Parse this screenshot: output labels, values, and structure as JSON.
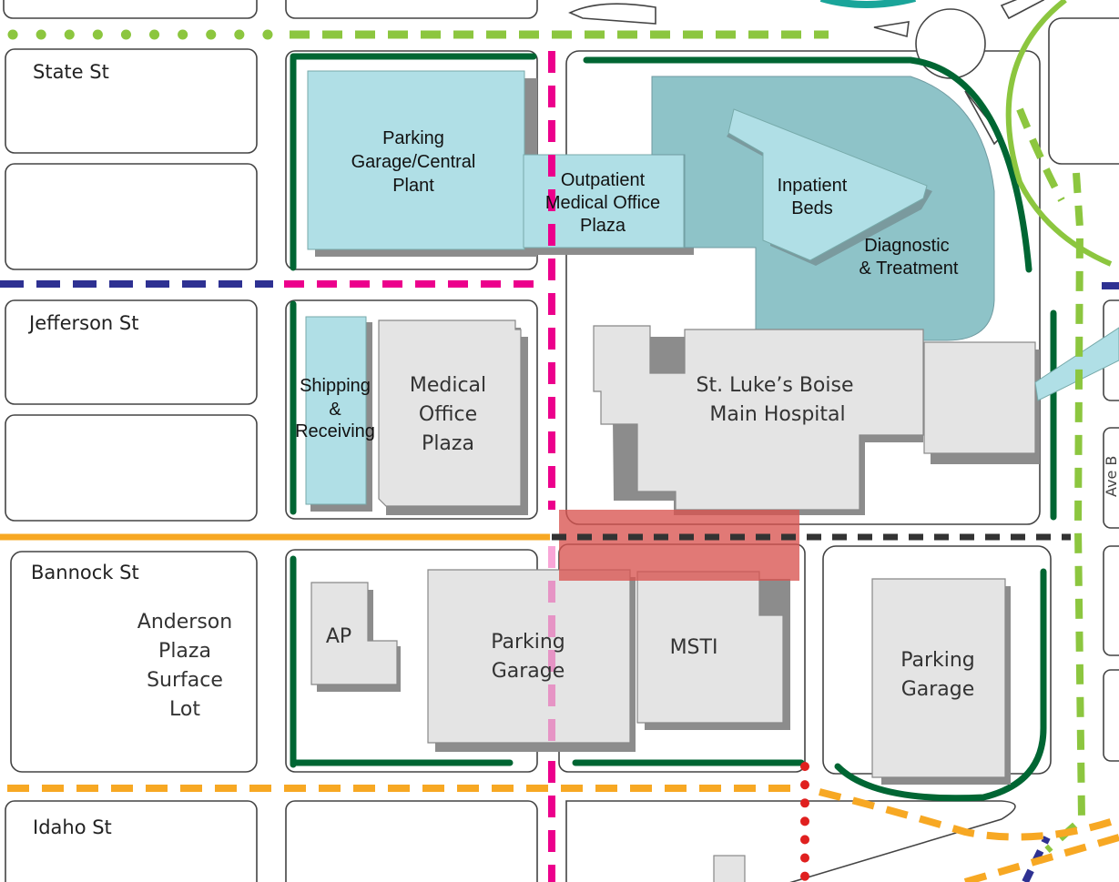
{
  "streets": {
    "state": "State St",
    "jefferson": "Jefferson St",
    "bannock": "Bannock St",
    "idaho": "Idaho St",
    "ave_b": "Ave B"
  },
  "buildings": {
    "parking_central": [
      "Parking",
      "Garage/Central",
      "Plant"
    ],
    "outpatient": [
      "Outpatient",
      "Medical Office",
      "Plaza"
    ],
    "inpatient": [
      "Inpatient",
      "Beds"
    ],
    "diagnostic": [
      "Diagnostic",
      "& Treatment"
    ],
    "shipping": [
      "Shipping",
      "&",
      "Receiving"
    ],
    "medical_office": [
      "Medical",
      "Office",
      "Plaza"
    ],
    "main_hospital": [
      "St. Luke’s Boise",
      "Main Hospital"
    ],
    "anderson": [
      "Anderson",
      "Plaza",
      "Surface",
      "Lot"
    ],
    "ap": "AP",
    "parking_garage_west": [
      "Parking",
      "Garage"
    ],
    "msti": "MSTI",
    "parking_garage_east": [
      "Parking",
      "Garage"
    ]
  },
  "colors": {
    "green_route": "#8cc63f",
    "magenta_route": "#ec008c",
    "navy_route": "#2e3192",
    "orange_route": "#f7a823",
    "red_route": "#e0201f",
    "dark_route": "#333333",
    "dark_green_edge": "#006633",
    "highlight_zone": "#d9534f",
    "building_blue": "#b0dfe6",
    "building_teal": "#8ec3c8",
    "building_grey": "#e4e4e4"
  }
}
